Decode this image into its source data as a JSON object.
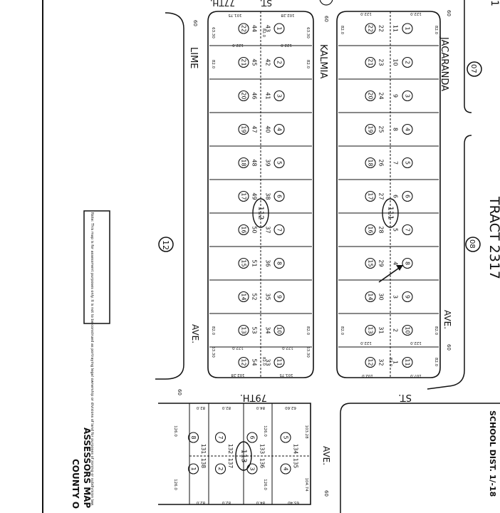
{
  "streets": {
    "top_left": "77TH.",
    "top_left_suffix": "ST.",
    "kalmia": "KALMIA",
    "lime": "LIME",
    "lime_ave": "AVE.",
    "jacaranda": "JACARANDA",
    "jacaranda_ave": "AVE.",
    "seventy_ninth": "79TH.",
    "seventy_ninth_st": "ST.",
    "lower_ave": "AVE."
  },
  "labels": {
    "tract": "TRACT 2317",
    "school_dist": "SCHOOL DIST. 1/-18",
    "assessor_line1": "ASSESSORS MAP",
    "assessor_line2": "COUNTY O",
    "note": "Note: This map is for assessment purposes only. It is not to be construed as portraying legal ownership or divisions of land for purposes of zoning or subdivision law."
  },
  "circles": {
    "c07": "07",
    "c08": "08",
    "c12": "12"
  },
  "block_ids": {
    "left": "112",
    "right": "111",
    "bottom": "113"
  },
  "dims": {
    "d60": "60",
    "d10175": "101.75",
    "d10228": "102.28",
    "d6330": "63.30",
    "d12200": "122.0",
    "d8200": "82.0",
    "d8400": "84.0",
    "d6260": "62.60",
    "d6540": "65.40",
    "d10328": "103.28",
    "d10474": "104.74",
    "d12600": "126.0",
    "d10200": "102.0",
    "d10700": "107.0"
  },
  "block_112": {
    "parcels_left": [
      "22",
      "21",
      "20",
      "19",
      "18",
      "17",
      "16",
      "15",
      "14",
      "13",
      "12"
    ],
    "lots_left": [
      "44",
      "45",
      "46",
      "47",
      "48",
      "49",
      "50",
      "51",
      "52",
      "53",
      "54"
    ],
    "lots_right": [
      "43",
      "42",
      "41",
      "40",
      "39",
      "38",
      "37",
      "36",
      "35",
      "34",
      "33"
    ],
    "parcels_right": [
      "1",
      "2",
      "3",
      "4",
      "5",
      "6",
      "7",
      "8",
      "9",
      "10",
      "11"
    ]
  },
  "block_111": {
    "parcels_left": [
      "22",
      "21",
      "20",
      "19",
      "18",
      "17",
      "16",
      "15",
      "14",
      "13",
      "12"
    ],
    "lots_left": [
      "22",
      "23",
      "24",
      "25",
      "26",
      "27",
      "28",
      "29",
      "30",
      "31",
      "32"
    ],
    "lots_right": [
      "11",
      "10",
      "9",
      "8",
      "7",
      "6",
      "5",
      "4",
      "3",
      "2",
      "1"
    ],
    "parcels_right": [
      "1",
      "2",
      "3",
      "4",
      "5",
      "6",
      "7",
      "8",
      "9",
      "10",
      "11"
    ]
  },
  "block_113": {
    "parcels": [
      "8",
      "7",
      "6",
      "5"
    ],
    "lots_top": [
      "131",
      "132",
      "133",
      "134"
    ],
    "lots_bottom": [
      "138",
      "137",
      "136",
      "135"
    ],
    "parcels_bottom": [
      "1",
      "2",
      "3",
      "4"
    ]
  }
}
